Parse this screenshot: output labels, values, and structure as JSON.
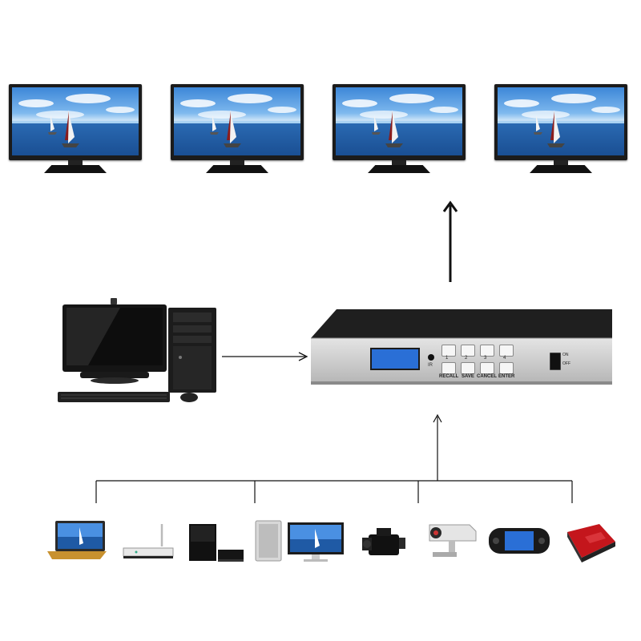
{
  "switcher": {
    "keypad_numbers": [
      "1",
      "2",
      "3",
      "4"
    ],
    "keypad_labels": [
      "RECALL",
      "SAVE",
      "CANCEL",
      "ENTER"
    ],
    "ir_label": "IR",
    "power_on_label": "ON",
    "power_off_label": "OFF"
  },
  "icons": {
    "displays": [
      "tv-monitor-icon",
      "tv-monitor-icon",
      "tv-monitor-icon",
      "tv-monitor-icon"
    ],
    "main_source": "desktop-computer-icon",
    "sources": [
      "laptop-icon",
      "router-icon",
      "game-console-icon",
      "desktop-pc-icon",
      "camcorder-icon",
      "security-camera-icon",
      "handheld-console-icon",
      "hard-drive-icon"
    ]
  },
  "colors": {
    "line": "#111111",
    "sky": "#4a90e2",
    "sea": "#1f5aa5",
    "switcher_face": "#c9c9c9",
    "lcd": "#2a6fd6",
    "power_switch": "#111111"
  }
}
